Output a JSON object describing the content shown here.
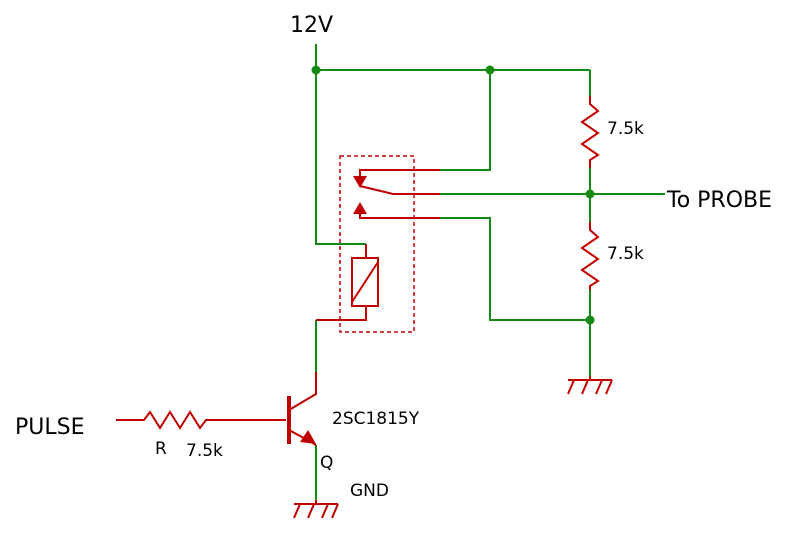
{
  "colors": {
    "wire": "#138a13",
    "component": "#c00000",
    "junction": "#138a13",
    "text": "#000000"
  },
  "labels": {
    "supply": "12V",
    "probe": "To PROBE",
    "pulse": "PULSE",
    "r_top_value": "7.5k",
    "r_bottom_value": "7.5k",
    "r_base_name": "R",
    "r_base_value": "7.5k",
    "transistor_part": "2SC1815Y",
    "transistor_ref": "Q",
    "ground": "GND"
  }
}
